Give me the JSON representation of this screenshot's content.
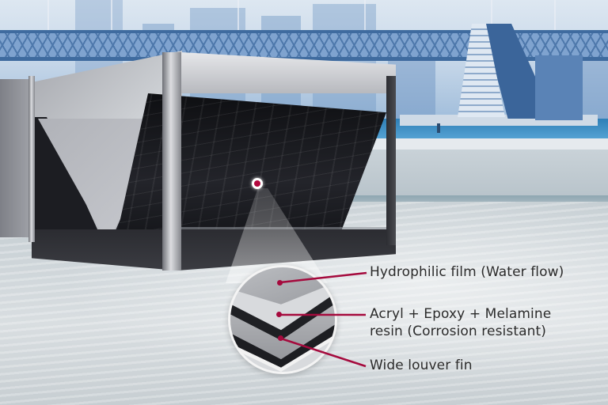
{
  "image": {
    "description": "Outdoor HVAC condenser unit on rooftop with city bridge background, with magnified callout of fin coating layers",
    "accent_color": "#a50a3d",
    "text_color": "#2b2b2b"
  },
  "callout": {
    "labels": [
      {
        "id": "hydrophilic",
        "lines": [
          "Hydrophilic film (Water flow)"
        ]
      },
      {
        "id": "resin",
        "lines": [
          "Acryl + Epoxy + Melamine",
          "resin (Corrosion resistant)"
        ]
      },
      {
        "id": "fin",
        "lines": [
          "Wide louver fin"
        ]
      }
    ]
  }
}
